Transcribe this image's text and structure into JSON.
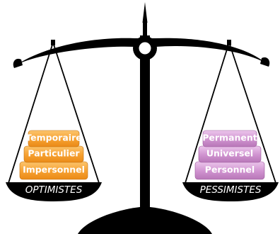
{
  "left_pan": {
    "title": "OPTIMISTES",
    "items": [
      "Temporaire",
      "Particulier",
      "Impersonnel"
    ],
    "color": "#f59a2a",
    "color_light": "#fbbf6a"
  },
  "right_pan": {
    "title": "PESSIMISTES",
    "items": [
      "Permanent",
      "Universel",
      "Personnel"
    ],
    "color": "#c888c8",
    "color_light": "#e0b4e0"
  },
  "scale_color": "#000000"
}
